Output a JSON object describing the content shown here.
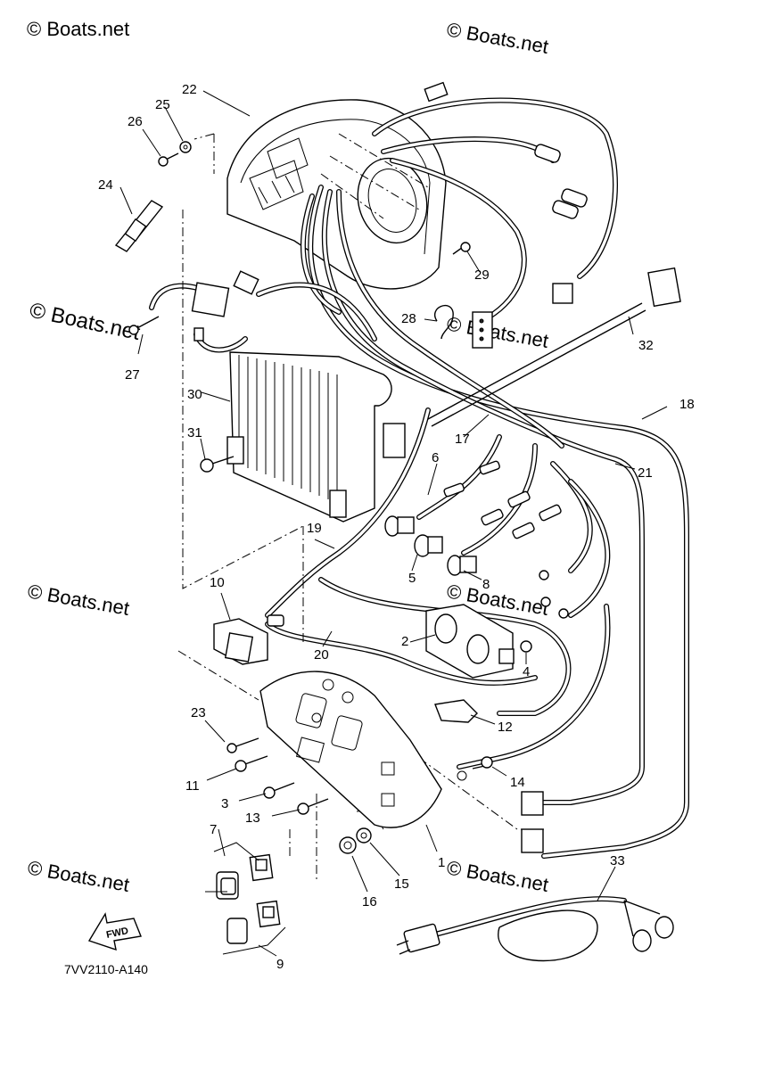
{
  "watermark": "© Boats.net",
  "diagram_code": "7VV2110-A140",
  "fwd_label": "FWD",
  "callouts": [
    "1",
    "2",
    "3",
    "4",
    "5",
    "6",
    "7",
    "8",
    "9",
    "10",
    "11",
    "12",
    "13",
    "14",
    "15",
    "16",
    "17",
    "18",
    "19",
    "20",
    "21",
    "22",
    "23",
    "24",
    "25",
    "26",
    "27",
    "28",
    "29",
    "30",
    "31",
    "32",
    "33"
  ]
}
